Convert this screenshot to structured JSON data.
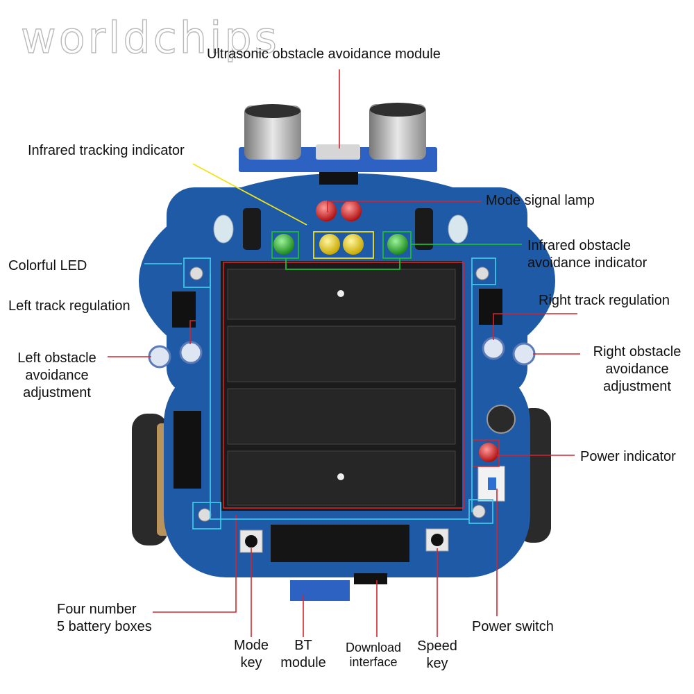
{
  "watermark": "worldchips",
  "colors": {
    "background": "#ffffff",
    "pcb": "#1f5aa6",
    "battery_box": "#1b1b1b",
    "callout_red": "#d9232a",
    "callout_yellow": "#f1e21a",
    "callout_green": "#1fbd2c",
    "callout_cyan": "#3cc6e6"
  },
  "labels": {
    "ultrasonic": "Ultrasonic obstacle avoidance module",
    "ir_tracking": "Infrared tracking indicator",
    "mode_lamp": "Mode signal lamp",
    "ir_obstacle_1": "Infrared obstacle",
    "ir_obstacle_2": "avoidance indicator",
    "colorful_led": "Colorful LED",
    "left_track": "Left track regulation",
    "right_track": "Right track regulation",
    "left_obs_1": "Left obstacle",
    "left_obs_2": "avoidance",
    "left_obs_3": "adjustment",
    "right_obs_1": "Right obstacle",
    "right_obs_2": "avoidance",
    "right_obs_3": "adjustment",
    "power_indicator": "Power indicator",
    "battery_1": "Four number",
    "battery_2": "5 battery boxes",
    "power_switch": "Power switch",
    "mode_key_1": "Mode",
    "mode_key_2": "key",
    "bt_1": "BT",
    "bt_2": "module",
    "download_1": "Download",
    "download_2": "interface",
    "speed_1": "Speed",
    "speed_2": "key"
  }
}
